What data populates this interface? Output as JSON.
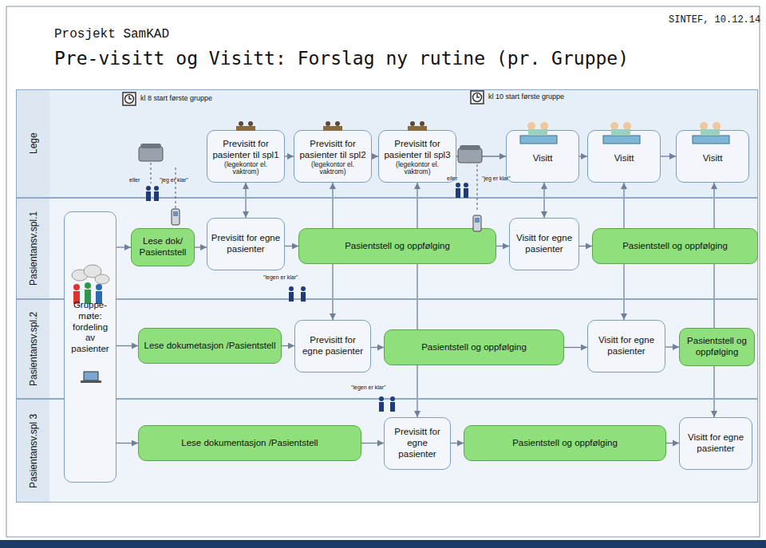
{
  "diagram": {
    "title": "Pre-visitt og Visitt: Forslag ny rutine (pr. Gruppe)",
    "nodes": [
      {
        "text": [
          "Lege"
        ]
      },
      {
        "text": [
          "Pasientansv.spl.1"
        ]
      },
      {
        "text": [
          "Pasientansv.spl.2"
        ]
      },
      {
        "text": [
          "Pasientansv.spl 3"
        ]
      },
      {
        "text": [
          "Previsitt for pasienter til spl1",
          "(legekontor el. vaktrom)"
        ],
        "in": 0
      },
      {
        "text": [
          "Previsitt for pasienter til spl2",
          "(legekontor el. vaktrom)"
        ],
        "in": 0
      },
      {
        "text": [
          "Previsitt for pasienter til spl3",
          "(legekontor el. vaktrom)"
        ],
        "in": 0
      },
      {
        "text": [
          "Visitt"
        ],
        "in": 0
      },
      {
        "text": [
          "Visitt"
        ],
        "in": 0
      },
      {
        "text": [
          "Visitt"
        ],
        "in": 0
      },
      {
        "text": [
          "Gruppe- møte: fordeling av pasienter"
        ]
      },
      {
        "text": [
          "Lese dok/ Pasientstell"
        ],
        "in": 1
      },
      {
        "text": [
          "Previsitt for egne pasienter"
        ],
        "in": 1
      },
      {
        "text": [
          "Pasientstell og oppfølging"
        ],
        "in": 1
      },
      {
        "text": [
          "Visitt for egne pasienter"
        ],
        "in": 1
      },
      {
        "text": [
          "Pasientstell og oppfølging"
        ],
        "in": 1
      },
      {
        "text": [
          "Lese dokumetasjon /Pasientstell"
        ],
        "in": 2
      },
      {
        "text": [
          "Previsitt for egne pasienter"
        ],
        "in": 2
      },
      {
        "text": [
          "Pasientstell og oppfølging"
        ],
        "in": 2
      },
      {
        "text": [
          "Visitt for egne pasienter"
        ],
        "in": 2
      },
      {
        "text": [
          "Pasientstell og oppfølging"
        ],
        "in": 2
      },
      {
        "text": [
          "Lese dokumentasjon /Pasientstell"
        ],
        "in": 3
      },
      {
        "text": [
          "Previsitt for egne pasienter"
        ],
        "in": 3
      },
      {
        "text": [
          "Pasientstell og oppfølging"
        ],
        "in": 3
      },
      {
        "text": [
          "Visitt for egne pasienter"
        ],
        "in": 3
      }
    ],
    "edges": [
      {
        "from": 4,
        "to": 5,
        "arrow": "to"
      },
      {
        "from": 5,
        "to": 6,
        "arrow": "to"
      },
      {
        "from": 6,
        "to": 7,
        "arrow": "to"
      },
      {
        "from": 7,
        "to": 8,
        "arrow": "to"
      },
      {
        "from": 8,
        "to": 9,
        "arrow": "to"
      },
      {
        "from": 4,
        "to": 12,
        "arrow": "both"
      },
      {
        "from": 5,
        "to": 17,
        "arrow": "both"
      },
      {
        "from": 6,
        "to": 22,
        "arrow": "both"
      },
      {
        "from": 7,
        "to": 14,
        "arrow": "both"
      },
      {
        "from": 8,
        "to": 19,
        "arrow": "both"
      },
      {
        "from": 9,
        "to": 24,
        "arrow": "both"
      },
      {
        "from": 10,
        "to": 11,
        "arrow": "to"
      },
      {
        "from": 11,
        "to": 12,
        "arrow": "to"
      },
      {
        "from": 12,
        "to": 13,
        "arrow": "to"
      },
      {
        "from": 13,
        "to": 14,
        "arrow": "to"
      },
      {
        "from": 14,
        "to": 15,
        "arrow": "to"
      },
      {
        "from": 10,
        "to": 16,
        "arrow": "to"
      },
      {
        "from": 16,
        "to": 17,
        "arrow": "to"
      },
      {
        "from": 17,
        "to": 18,
        "arrow": "to"
      },
      {
        "from": 18,
        "to": 19,
        "arrow": "to"
      },
      {
        "from": 19,
        "to": 20,
        "arrow": "to"
      },
      {
        "from": 10,
        "to": 21,
        "arrow": "to"
      },
      {
        "from": 21,
        "to": 22,
        "arrow": "to"
      },
      {
        "from": 22,
        "to": 23,
        "arrow": "to"
      },
      {
        "from": 23,
        "to": 24,
        "arrow": "to"
      }
    ],
    "labels": [
      "Prosjekt SamKAD",
      "SINTEF, 10.12.14",
      "kl 8 start første gruppe",
      "kl 10 start første gruppe",
      "eller",
      "\"jeg er klar\"",
      "eller",
      "\"jeg er klar\"",
      "\"legen er klar\"",
      "\"legen er klar\""
    ]
  }
}
